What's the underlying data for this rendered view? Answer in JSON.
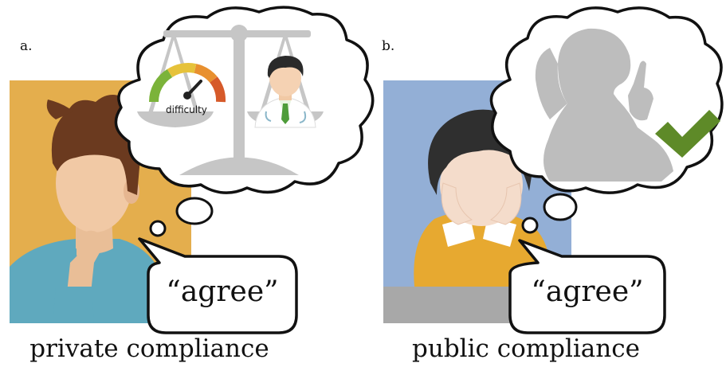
{
  "panels": [
    {
      "letter": "a.",
      "caption": "private compliance",
      "speech": "“agree”",
      "gauge_label": "difficulty",
      "colors": {
        "background": "#E4AE4D",
        "shirt": "#5FA9BE",
        "hair": "#6B3A1F",
        "skin": "#F1C9A5"
      }
    },
    {
      "letter": "b.",
      "caption": "public compliance",
      "speech": "“agree”",
      "colors": {
        "background": "#93AFD6",
        "floor": "#A8A8A8",
        "shirt": "#E7A930",
        "hair": "#2F2F2F",
        "skin": "#F4DCCB",
        "check": "#5E8A28",
        "silhouette": "#BDBDBD"
      }
    }
  ],
  "icons": [
    "scale-icon",
    "difficulty-gauge-icon",
    "doctor-icon",
    "shushing-woman-silhouette-icon",
    "checkmark-icon"
  ]
}
